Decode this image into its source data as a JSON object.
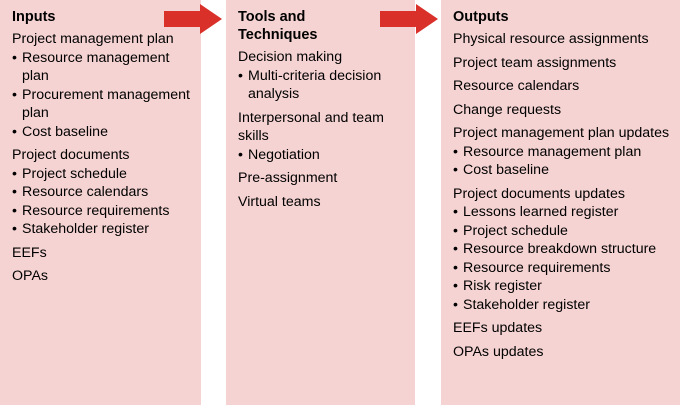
{
  "colors": {
    "panel": "#f5d3d2",
    "arrow": "#d9302a"
  },
  "inputs": {
    "title": "Inputs",
    "groups": [
      {
        "title": "Project management plan",
        "items": [
          "Resource management plan",
          "Procurement management plan",
          "Cost baseline"
        ]
      },
      {
        "title": "Project documents",
        "items": [
          "Project schedule",
          "Resource calendars",
          "Resource requirements",
          "Stakeholder register"
        ]
      },
      {
        "title": "EEFs",
        "items": []
      },
      {
        "title": "OPAs",
        "items": []
      }
    ]
  },
  "tools": {
    "title": "Tools and Techniques",
    "groups": [
      {
        "title": "Decision making",
        "items": [
          "Multi-criteria decision analysis"
        ]
      },
      {
        "title": "Interpersonal and team skills",
        "items": [
          "Negotiation"
        ]
      },
      {
        "title": "Pre-assignment",
        "items": []
      },
      {
        "title": "Virtual teams",
        "items": []
      }
    ]
  },
  "outputs": {
    "title": "Outputs",
    "groups": [
      {
        "title": "Physical resource assignments",
        "items": []
      },
      {
        "title": "Project team assignments",
        "items": []
      },
      {
        "title": "Resource calendars",
        "items": []
      },
      {
        "title": "Change requests",
        "items": []
      },
      {
        "title": "Project management plan updates",
        "items": [
          "Resource management plan",
          "Cost baseline"
        ]
      },
      {
        "title": "Project documents updates",
        "items": [
          "Lessons learned register",
          "Project schedule",
          "Resource breakdown structure",
          "Resource requirements",
          "Risk register",
          "Stakeholder register"
        ]
      },
      {
        "title": "EEFs updates",
        "items": []
      },
      {
        "title": "OPAs updates",
        "items": []
      }
    ]
  }
}
